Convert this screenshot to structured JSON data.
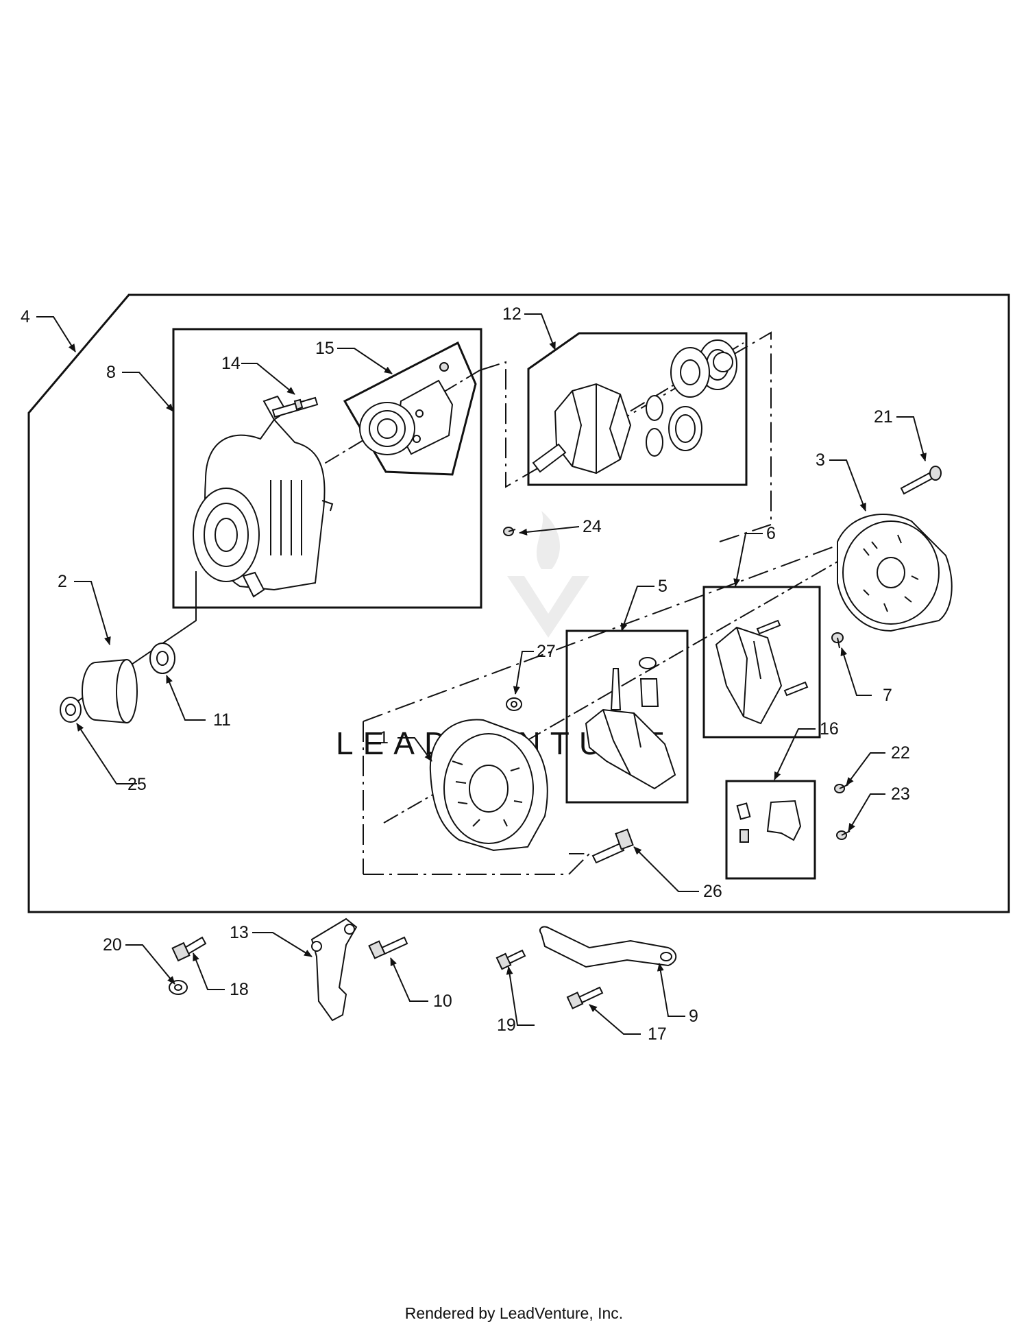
{
  "diagram": {
    "callouts": [
      "1",
      "2",
      "3",
      "4",
      "5",
      "6",
      "7",
      "8",
      "9",
      "10",
      "11",
      "12",
      "13",
      "14",
      "15",
      "16",
      "17",
      "18",
      "19",
      "20",
      "21",
      "22",
      "23",
      "24",
      "25",
      "26",
      "27"
    ],
    "watermark": "LEADVENTURE"
  },
  "footer": {
    "text": "Rendered by LeadVenture, Inc."
  }
}
